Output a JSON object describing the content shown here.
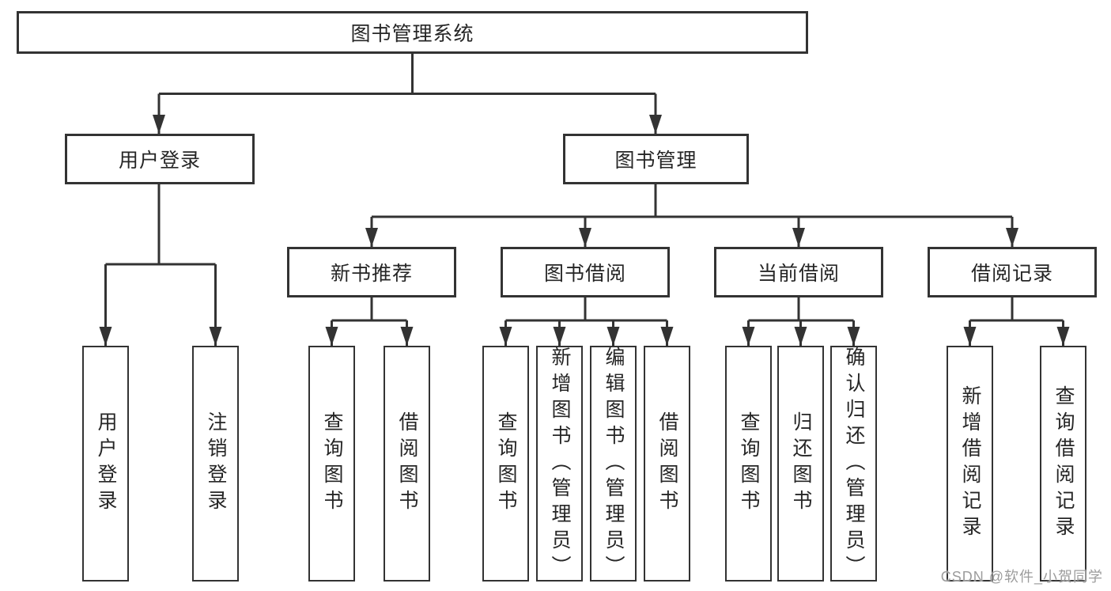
{
  "diagram": {
    "root": {
      "label": "图书管理系统"
    },
    "branches": [
      {
        "label": "用户登录",
        "children": [
          {
            "label": "用户登录"
          },
          {
            "label": "注销登录"
          }
        ]
      },
      {
        "label": "图书管理",
        "children": [
          {
            "label": "新书推荐",
            "children": [
              {
                "label": "查询图书"
              },
              {
                "label": "借阅图书"
              }
            ]
          },
          {
            "label": "图书借阅",
            "children": [
              {
                "label": "查询图书"
              },
              {
                "label": "新增图书（管理员）"
              },
              {
                "label": "编辑图书（管理员）"
              },
              {
                "label": "借阅图书"
              }
            ]
          },
          {
            "label": "当前借阅",
            "children": [
              {
                "label": "查询图书"
              },
              {
                "label": "归还图书"
              },
              {
                "label": "确认归还（管理员）"
              }
            ]
          },
          {
            "label": "借阅记录",
            "children": [
              {
                "label": "新增借阅记录"
              },
              {
                "label": "查询借阅记录"
              }
            ]
          }
        ]
      }
    ],
    "colors": {
      "line": "#333333",
      "text": "#262626",
      "background": "#ffffff",
      "watermark": "#9c9c9c"
    }
  },
  "watermark": {
    "text": "CSDN @软件_小贺同学"
  }
}
